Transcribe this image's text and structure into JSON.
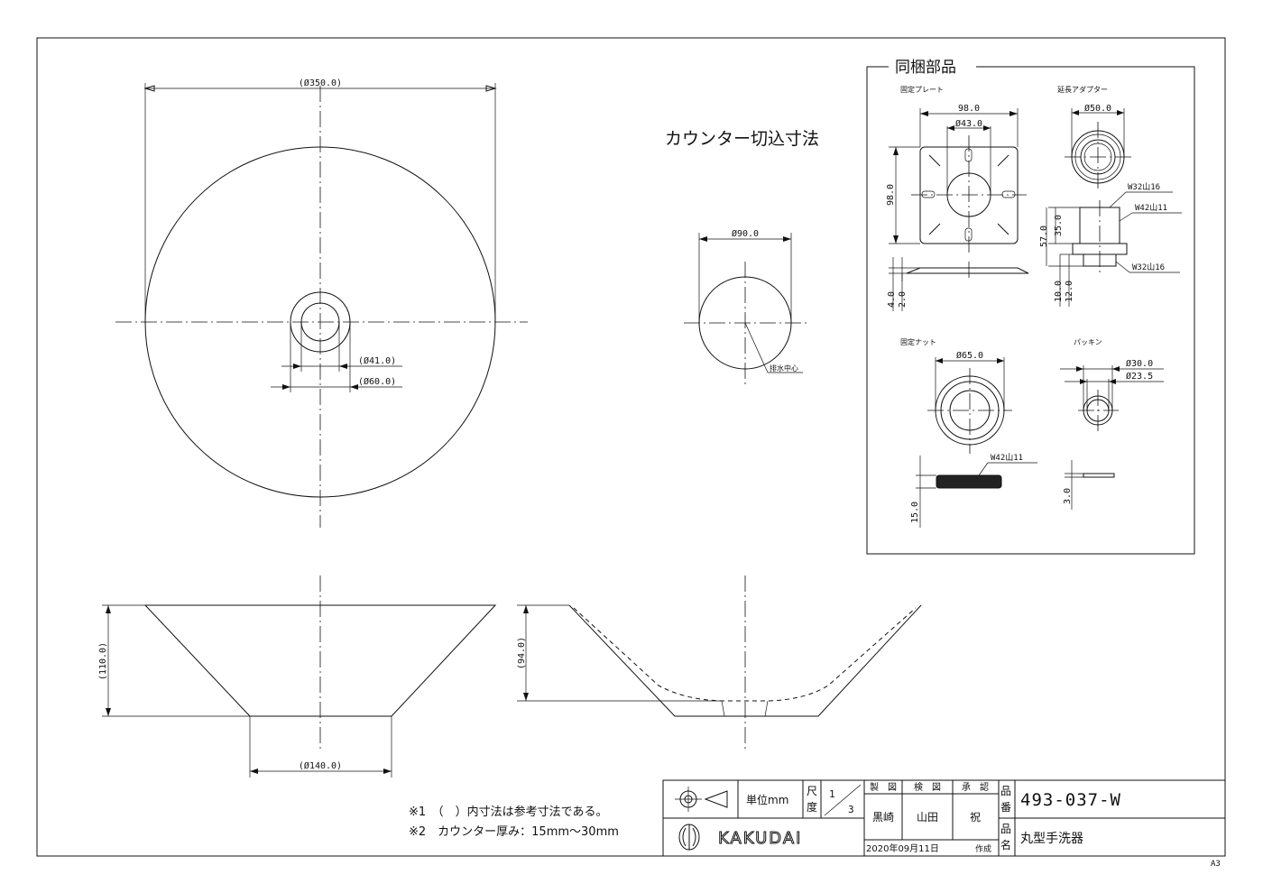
{
  "main_view": {
    "dia_overall": "(Ø350.0)",
    "dia_41": "(Ø41.0)",
    "dia_60": "(Ø60.0)"
  },
  "cutout": {
    "title": "カウンター切込寸法",
    "dia": "Ø90.0",
    "drain_center": "排水中心"
  },
  "parts": {
    "title": "同梱部品",
    "plate": {
      "label": "固定プレート",
      "w": "98.0",
      "hole": "Ø43.0",
      "h": "98.0",
      "t1": "4.0",
      "t2": "2.0"
    },
    "adapter": {
      "label": "延長アダプター",
      "dia": "Ø50.0",
      "thread_top": "W32山16",
      "thread_mid": "W42山11",
      "thread_bot": "W32山16",
      "h1": "35.0",
      "h2": "57.0",
      "h3": "10.0",
      "h4": "12.0"
    },
    "nut": {
      "label": "固定ナット",
      "dia": "Ø65.0",
      "thread": "W42山11",
      "h": "15.0"
    },
    "packing": {
      "label": "パッキン",
      "dia1": "Ø30.0",
      "dia2": "Ø23.5",
      "t": "3.0"
    }
  },
  "section": {
    "height_left": "(110.0)",
    "height_right": "(94.0)",
    "base_dia": "(Ø140.0)"
  },
  "notes": [
    "※1　（　）内寸法は参考寸法である。",
    "※2　カウンター厚み：15mm～30mm"
  ],
  "title_block": {
    "unit_label": "単位mm",
    "scale_label1": "尺",
    "scale_label2": "度",
    "scale_num": "1",
    "scale_den": "3",
    "made_label": "製　図",
    "check_label": "検　図",
    "approve_label": "承　認",
    "made_by": "黒崎",
    "check_by": "山田",
    "approve_by": "祝",
    "date": "2020年09月11日",
    "date_suffix": "作成",
    "brand": "KAKUDAI",
    "part_no_label1": "品",
    "part_no_label2": "番",
    "part_no": "493-037-W",
    "part_name_label1": "品",
    "part_name_label2": "名",
    "part_name": "丸型手洗器"
  },
  "sheet_size": "A3"
}
